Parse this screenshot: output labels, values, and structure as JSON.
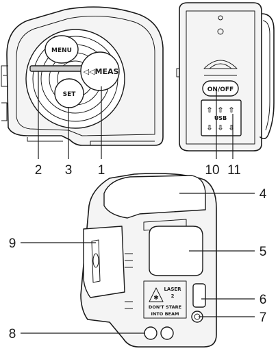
{
  "front_view": {
    "buttons": {
      "menu": "MENU",
      "meas": "MEAS",
      "set": "SET"
    }
  },
  "side_view": {
    "buttons": {
      "on_off": "ON/OFF",
      "usb": "USB"
    }
  },
  "rear_view": {
    "laser_label": {
      "line1": "LASER",
      "line2": "2",
      "line3": "DON'T STARE",
      "line4": "INTO BEAM"
    }
  },
  "callouts": [
    "1",
    "2",
    "3",
    "4",
    "5",
    "6",
    "7",
    "8",
    "9",
    "10",
    "11"
  ]
}
